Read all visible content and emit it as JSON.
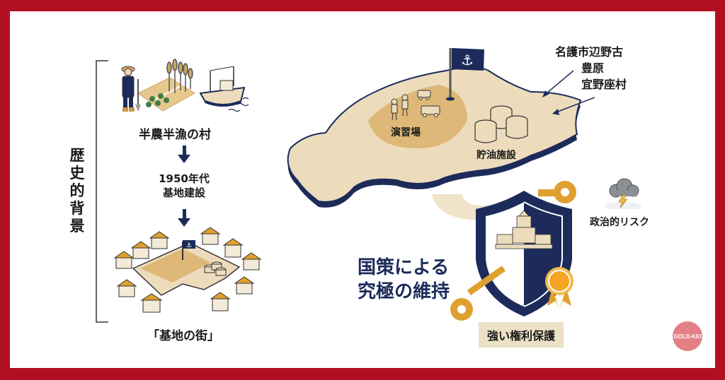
{
  "diagram": {
    "colors": {
      "frame_red": "#b10f22",
      "navy": "#1c2b5a",
      "sand": "#ecdcbc",
      "sand_dark": "#d9b57a",
      "gold": "#e0a030",
      "tag_bg": "#ece0c6",
      "badge_pink": "#e47f86"
    },
    "left_panel": {
      "vertical_label": [
        "歴",
        "史",
        "的",
        "背",
        "景"
      ],
      "steps": [
        {
          "label": "半農半漁の村",
          "icon": "farmer-and-fishing-boat-illustration"
        },
        {
          "label_line1": "1950年代",
          "label_line2": "基地建設",
          "icon": "down-arrow-icon"
        },
        {
          "label": "「基地の街」",
          "icon": "base-town-illustration"
        }
      ]
    },
    "map": {
      "location_lines": [
        "名護市辺野古",
        "豊原",
        "宜野座村"
      ],
      "training_area_label": "演習場",
      "fuel_facility_label": "貯油施設",
      "flag_icon": "anchor-flag-icon"
    },
    "policy": {
      "title_line1": "国策による",
      "title_line2": "究極の維持",
      "shield_icon": "shield-with-diet-building-icon",
      "key_icon": "key-icon",
      "medal_icon": "award-ribbon-icon",
      "rights_tag": "強い権利保護"
    },
    "risk": {
      "label": "政治的リスク",
      "icon": "storm-cloud-icon"
    },
    "watermark": "GOLD-KEI"
  }
}
